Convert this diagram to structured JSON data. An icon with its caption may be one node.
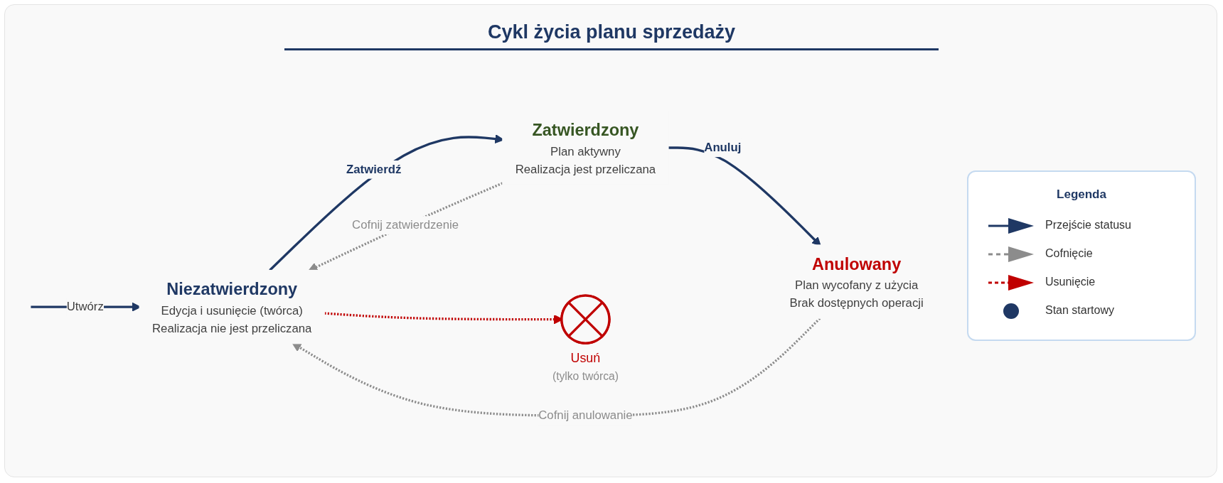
{
  "diagram": {
    "title": "Cykl życia planu sprzedaży",
    "nodes": [
      {
        "text": [
          "Niezatwierdzony",
          "Edycja i usunięcie (twórca)",
          "Realizacja nie jest przeliczana"
        ]
      },
      {
        "text": [
          "Zatwierdzony",
          "Plan aktywny",
          "Realizacja jest przeliczana"
        ]
      },
      {
        "text": [],
        "shape": "circle",
        "beside": [
          "Usuń",
          "(tylko twórca)"
        ]
      },
      {
        "text": [
          "Anulowany",
          "Plan wycofany z użycia",
          "Brak dostępnych operacji"
        ]
      }
    ],
    "edges": [
      {
        "from": null,
        "to": 0,
        "arrow": "to",
        "label": "Utwórz"
      },
      {
        "from": 0,
        "to": 1,
        "arrow": "to",
        "label": "Zatwierdź"
      },
      {
        "from": 1,
        "to": 0,
        "arrow": "to",
        "label": "Cofnij zatwierdzenie",
        "style": "dashed",
        "color": "#8c8c8c"
      },
      {
        "from": 1,
        "to": 3,
        "arrow": "to",
        "label": "Anuluj"
      },
      {
        "from": 3,
        "to": 0,
        "arrow": "to",
        "label": "Cofnij anulowanie",
        "style": "dashed",
        "color": "#8c8c8c"
      },
      {
        "from": 0,
        "to": 2,
        "arrow": "to",
        "style": "dashed",
        "color": "#c00000"
      }
    ],
    "labels": [
      "Legenda"
    ],
    "legend": [
      {
        "text": "Przejście statusu"
      },
      {
        "text": "Cofnięcie"
      },
      {
        "text": "Usunięcie"
      },
      {
        "text": "Stan startowy"
      }
    ]
  }
}
